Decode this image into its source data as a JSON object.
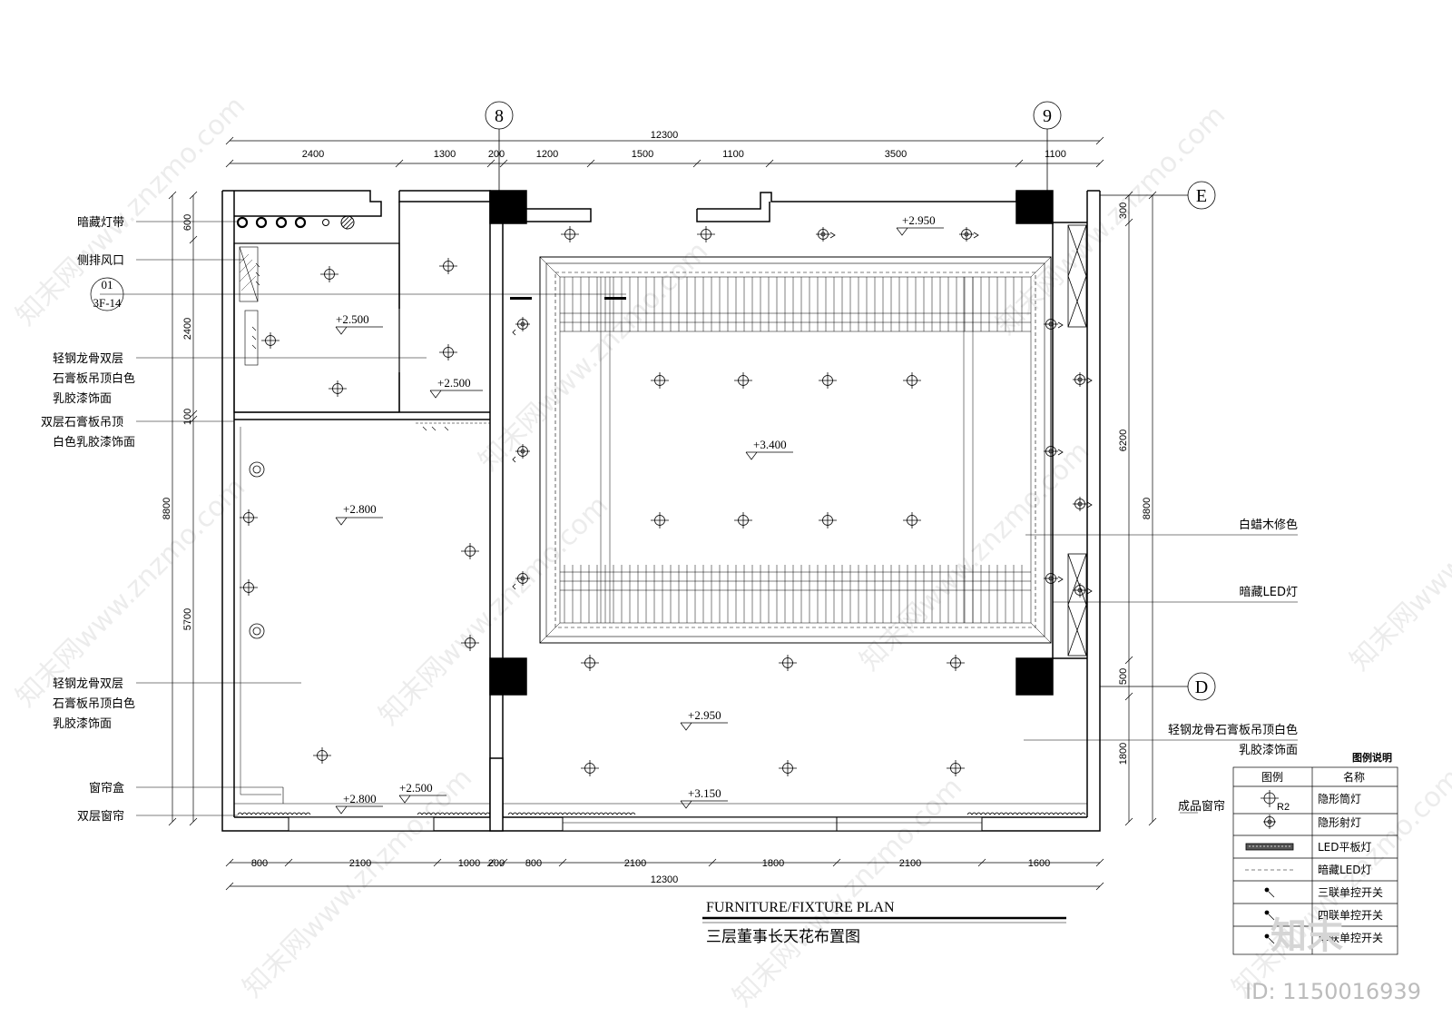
{
  "plan": {
    "title_en": "FURNITURE/FIXTURE PLAN",
    "title_cn": "三层董事长天花布置图",
    "section_ref": [
      "01",
      "3F-14"
    ]
  },
  "axes": [
    {
      "id": "8",
      "label": "8"
    },
    {
      "id": "9",
      "label": "9"
    },
    {
      "id": "E",
      "label": "E"
    },
    {
      "id": "D",
      "label": "D"
    }
  ],
  "dimensions": {
    "top_total": "12300",
    "top": [
      "2400",
      "1300",
      "200",
      "1200",
      "1500",
      "1100",
      "3500",
      "1100"
    ],
    "bottom_total": "12300",
    "bottom": [
      "800",
      "2100",
      "1000",
      "200",
      "800",
      "2100",
      "1800",
      "2100",
      "1600"
    ],
    "left_total": "8800",
    "left": [
      "600",
      "2400",
      "100",
      "5700"
    ],
    "right_total": "8800",
    "right": [
      "300",
      "6200",
      "500",
      "1800"
    ]
  },
  "levels": {
    "small_room": "+2.500",
    "corridor": "+2.500",
    "left_room": "+2.800",
    "left_bottom_a": "+2.800",
    "left_bottom_b": "+2.500",
    "main_top": "+2.950",
    "main_center": "+3.400",
    "main_lower": "+2.950",
    "main_bottom": "+3.150"
  },
  "left_notes": {
    "n1": "暗藏灯带",
    "n2": "侧排风口",
    "n3": [
      "轻钢龙骨双层",
      "石膏板吊顶白色",
      "乳胶漆饰面"
    ],
    "n4": [
      "双层石膏板吊顶",
      "白色乳胶漆饰面"
    ],
    "n5": [
      "轻钢龙骨双层",
      "石膏板吊顶白色",
      "乳胶漆饰面"
    ],
    "n6": "窗帘盒",
    "n7": "双层窗帘"
  },
  "right_notes": {
    "n1": "白蜡木修色",
    "n2": "暗藏LED灯",
    "n3": [
      "轻钢龙骨石膏板吊顶白色",
      "乳胶漆饰面"
    ],
    "n4": "成品窗帘"
  },
  "legend": {
    "title": "图例说明",
    "col1": "图例",
    "col2": "名称",
    "rows": [
      "隐形筒灯",
      "隐形射灯",
      "LED平板灯",
      "暗藏LED灯",
      "三联单控开关",
      "四联单控开关",
      "单联单控开关"
    ]
  },
  "watermark": {
    "site": "知末网www.znzmo.com",
    "logo": "知末",
    "id_text": "ID: 1150016939"
  }
}
